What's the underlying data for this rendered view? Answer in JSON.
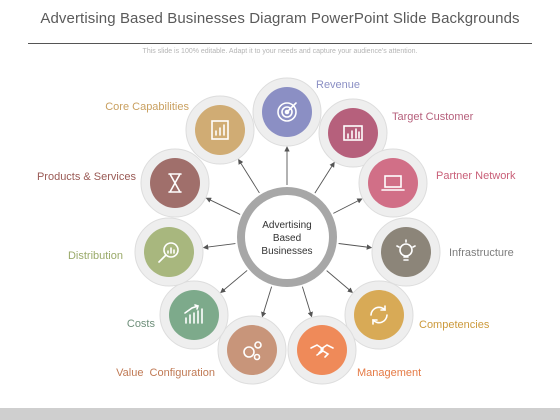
{
  "slide": {
    "title": "Advertising Based Businesses Diagram PowerPoint Slide Backgrounds",
    "subtitle": "This slide is 100% editable. Adapt it to your needs and capture your audience's attention."
  },
  "hub": {
    "lines": [
      "Advertising",
      "Based",
      "Businesses"
    ]
  },
  "nodes": [
    {
      "label": "Revenue",
      "color": "#8b8fc4",
      "label_color": "#8b8fc4",
      "icon": "target-icon"
    },
    {
      "label": "Target Customer",
      "color": "#b6607c",
      "label_color": "#b6607c",
      "icon": "bar-chart-icon"
    },
    {
      "label": "Partner Network",
      "color": "#d16f87",
      "label_color": "#c95f78",
      "icon": "laptop-icon"
    },
    {
      "label": "Infrastructure",
      "color": "#8c8579",
      "label_color": "#7d7d7d",
      "icon": "lightbulb-icon"
    },
    {
      "label": "Competencies",
      "color": "#d8aa56",
      "label_color": "#cc9a3c",
      "icon": "refresh-icon"
    },
    {
      "label": "Management",
      "color": "#ef8a59",
      "label_color": "#e57a45",
      "icon": "handshake-icon"
    },
    {
      "label": "Value  Configuration",
      "color": "#c8957a",
      "label_color": "#c07a55",
      "icon": "gears-icon"
    },
    {
      "label": "Costs",
      "color": "#7daa8b",
      "label_color": "#6e8f7a",
      "icon": "growth-chart-icon"
    },
    {
      "label": "Distribution",
      "color": "#a8b77e",
      "label_color": "#9aaa6a",
      "icon": "magnifier-icon"
    },
    {
      "label": "Products & Services",
      "color": "#a06f6b",
      "label_color": "#9a5a55",
      "icon": "hourglass-icon"
    },
    {
      "label": "Core Capabilities",
      "color": "#d0ac74",
      "label_color": "#c9a060",
      "icon": "chart-board-icon"
    }
  ]
}
